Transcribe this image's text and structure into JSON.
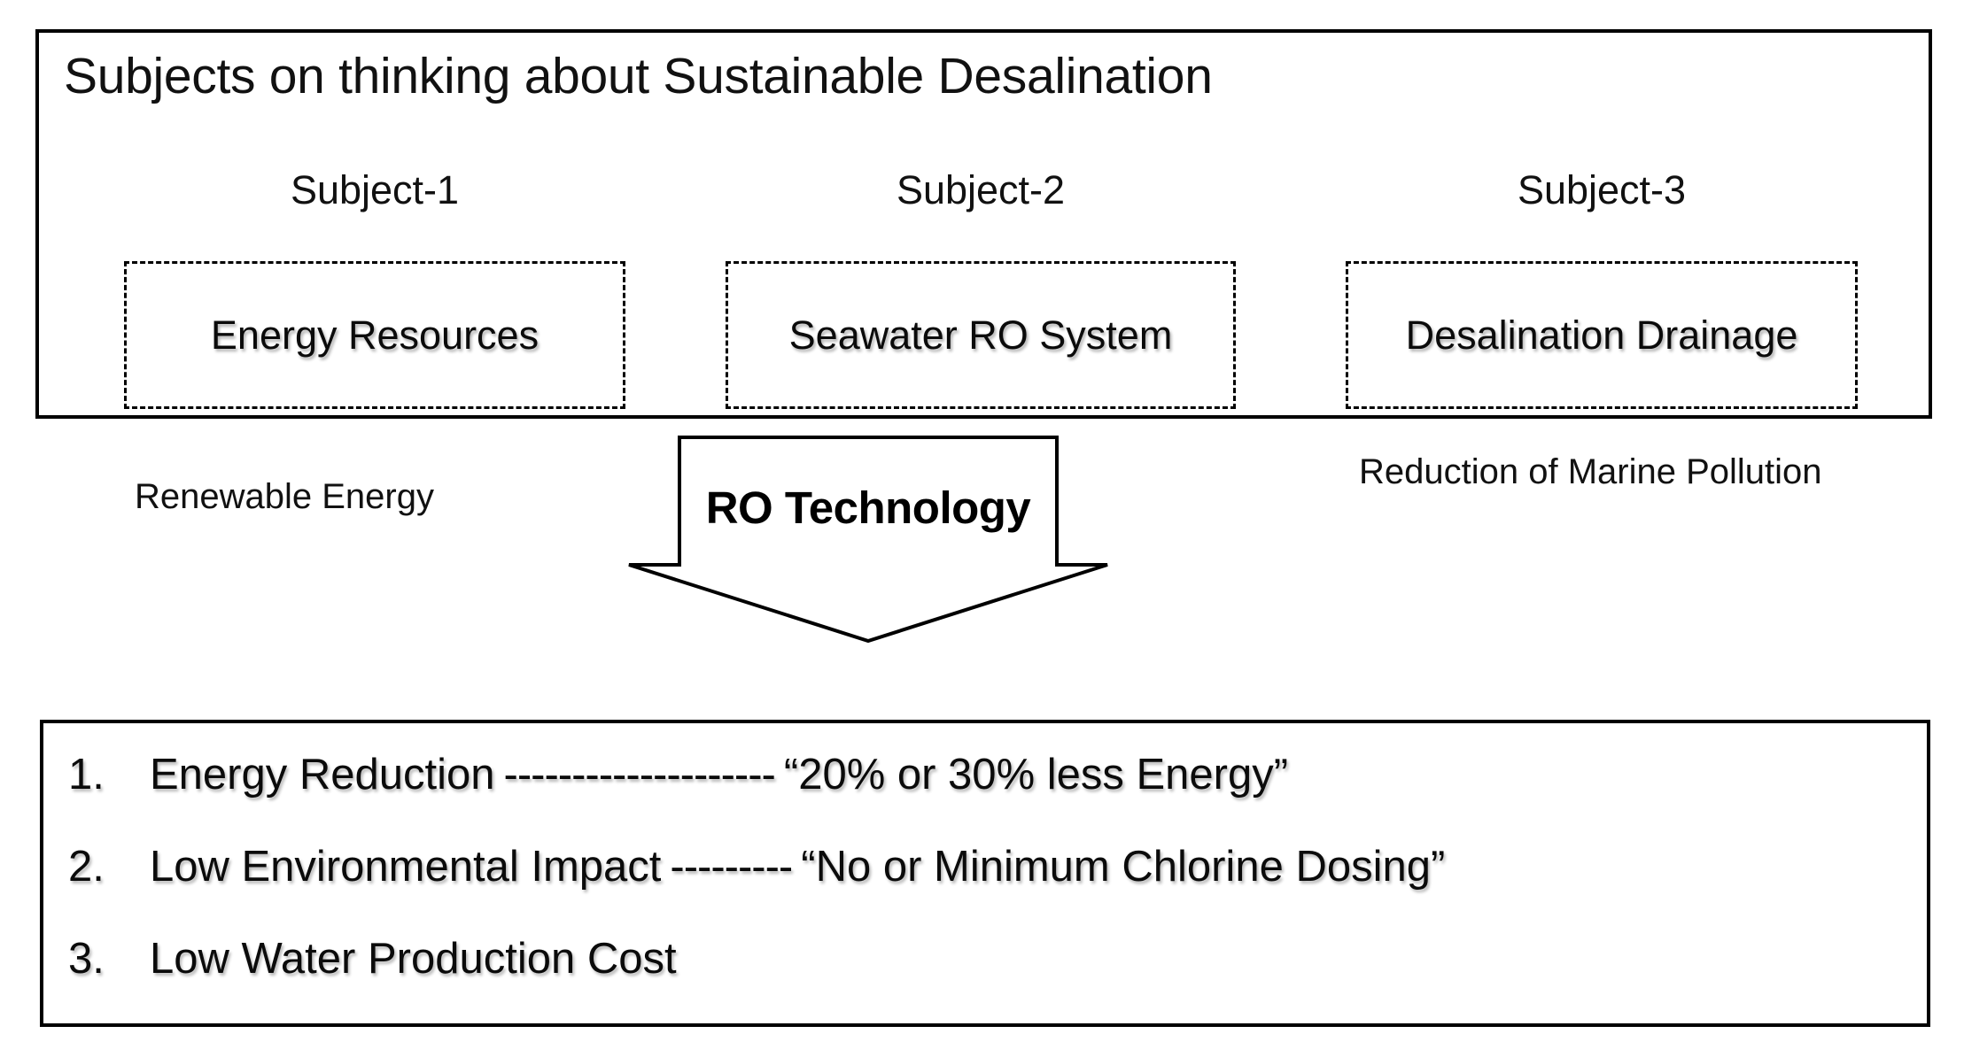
{
  "diagram": {
    "top_panel": {
      "title": "Subjects on thinking about Sustainable Desalination",
      "columns": [
        {
          "label": "Subject-1",
          "box_text": "Energy Resources"
        },
        {
          "label": "Subject-2",
          "box_text": "Seawater RO System"
        },
        {
          "label": "Subject-3",
          "box_text": "Desalination Drainage"
        }
      ]
    },
    "middle": {
      "arrow_label": "RO Technology",
      "left_note": "Renewable Energy",
      "right_note": "Reduction of Marine Pollution"
    },
    "bottom_panel": {
      "items": [
        {
          "number": "1.",
          "label": "Energy Reduction",
          "dashes": "--------------------",
          "quote": "“20% or 30% less Energy”"
        },
        {
          "number": "2.",
          "label": "Low Environmental Impact",
          "dashes": "---------",
          "quote": "“No or Minimum Chlorine Dosing”"
        },
        {
          "number": "3.",
          "label": "Low Water Production Cost",
          "dashes": "",
          "quote": ""
        }
      ]
    },
    "colors": {
      "border": "#000000",
      "background": "#ffffff",
      "text": "#000000"
    }
  }
}
